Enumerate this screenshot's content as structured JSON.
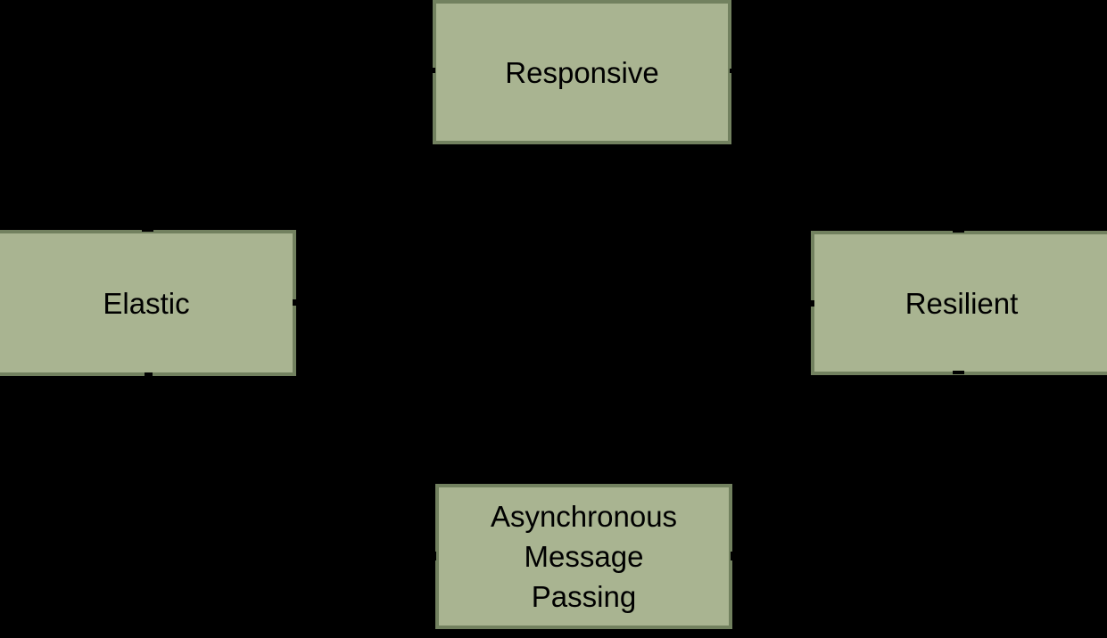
{
  "diagram": {
    "nodes": [
      {
        "id": "responsive",
        "label": "Responsive"
      },
      {
        "id": "elastic",
        "label": "Elastic"
      },
      {
        "id": "resilient",
        "label": "Resilient"
      },
      {
        "id": "async",
        "label": "Asynchronous\nMessage\nPassing"
      }
    ],
    "connections_note": "arrow tips visible at box edges; connecting arrows are black on black background"
  },
  "colors": {
    "background": "#000000",
    "node_fill": "#a9b491",
    "node_border": "#72815f",
    "text": "#000000"
  }
}
